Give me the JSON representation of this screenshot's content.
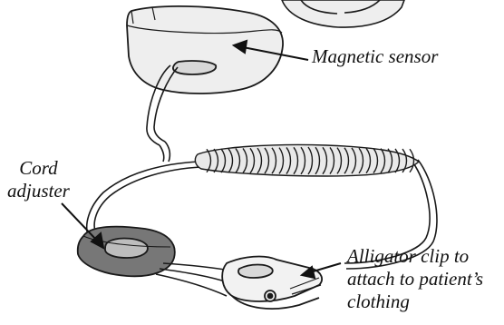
{
  "labels": {
    "magnetic_sensor": "Magnetic sensor",
    "cord_adjuster": [
      "Cord",
      "adjuster"
    ],
    "alligator_clip": [
      "Alligator clip to",
      "attach to patient’s",
      "clothing"
    ]
  },
  "colors": {
    "outline": "#1a1a1a",
    "sensor_fill": "#eeeeee",
    "cord_fill": "#e9e9e9",
    "adjuster_fill": "#777777",
    "clip_fill": "#f2f2f2",
    "text": "#111111"
  }
}
